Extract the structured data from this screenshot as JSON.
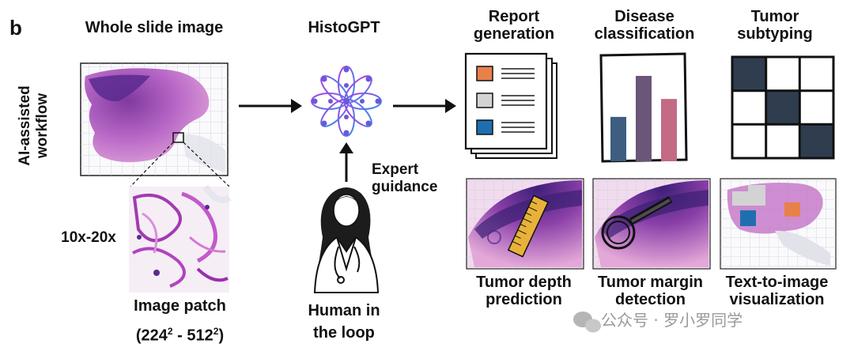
{
  "panel_letter": "b",
  "workflow_label": "AI-assisted workflow",
  "wsi": {
    "title": "Whole slide image",
    "magnification": "10x-20x"
  },
  "patch": {
    "line1": "Image patch",
    "line2_a": "(224",
    "line2_sup1": "2",
    "line2_b": " - 512",
    "line2_sup2": "2",
    "line2_c": ")"
  },
  "model": {
    "title": "HistoGPT"
  },
  "expert": {
    "line1": "Expert",
    "line2": "guidance"
  },
  "human": {
    "line1": "Human in",
    "line2": "the loop"
  },
  "tasks_top": [
    {
      "line1": "Report",
      "line2": "generation"
    },
    {
      "line1": "Disease",
      "line2": "classification"
    },
    {
      "line1": "Tumor",
      "line2": "subtyping"
    }
  ],
  "tasks_bottom": [
    {
      "line1": "Tumor depth",
      "line2": "prediction"
    },
    {
      "line1": "Tumor margin",
      "line2": "detection"
    },
    {
      "line1": "Text-to-image",
      "line2": "visualization"
    }
  ],
  "report_swatches": [
    "#e8804a",
    "#d3d3d3",
    "#1f6fb0"
  ],
  "classification_bars": [
    {
      "value": 0.52,
      "color": "#3d5e7e"
    },
    {
      "value": 1.0,
      "color": "#6b5578"
    },
    {
      "value": 0.73,
      "color": "#c36a85"
    }
  ],
  "subtyping_grid": [
    [
      1,
      0,
      0
    ],
    [
      0,
      1,
      0
    ],
    [
      0,
      0,
      1
    ]
  ],
  "subtyping_dark": "#2f3d4f",
  "colors": {
    "tissue_purple": "#8e3c9e",
    "tissue_pink": "#d98ad0",
    "ruler": "#e8b23a",
    "model_blue": "#3a6cf0",
    "model_purple": "#b13ce0"
  },
  "watermark": "公众号 · 罗小罗同学"
}
